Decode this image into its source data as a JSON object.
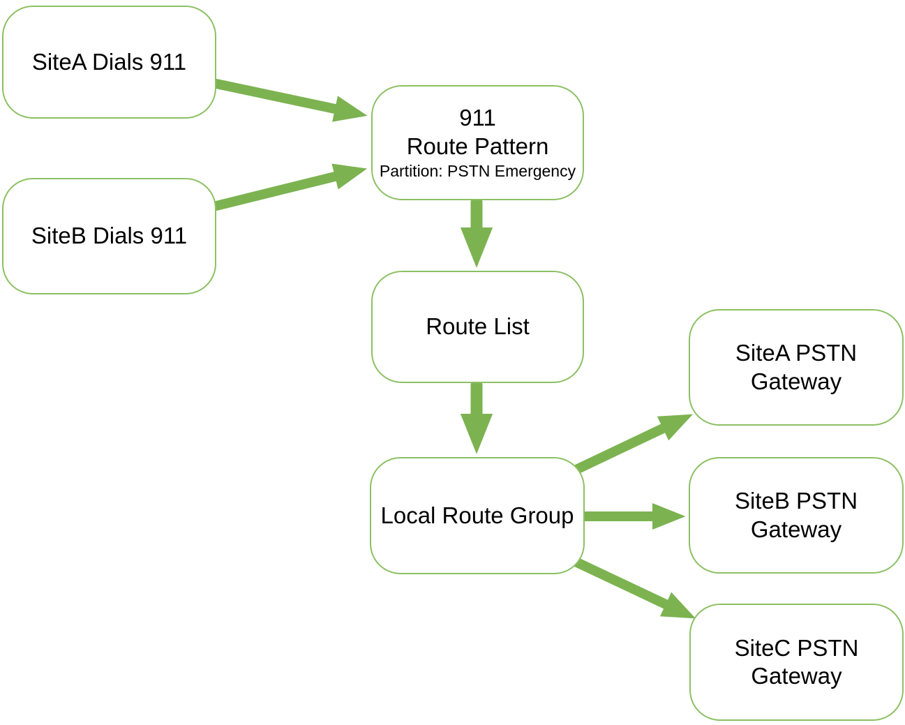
{
  "diagram": {
    "colors": {
      "box_border": "#8cc063",
      "arrow": "#7cb350",
      "text": "#000000",
      "box_fill": "#ffffff",
      "background": "#ffffff"
    },
    "nodes": {
      "site_a_dials": {
        "lines": [
          "SiteA Dials 911"
        ]
      },
      "site_b_dials": {
        "lines": [
          "SiteB Dials 911"
        ]
      },
      "route_pattern": {
        "lines": [
          "911",
          "Route Pattern"
        ],
        "subtitle": "Partition: PSTN Emergency"
      },
      "route_list": {
        "lines": [
          "Route List"
        ]
      },
      "local_route_group": {
        "lines": [
          "Local Route Group"
        ]
      },
      "site_a_gateway": {
        "lines": [
          "SiteA PSTN",
          "Gateway"
        ]
      },
      "site_b_gateway": {
        "lines": [
          "SiteB PSTN",
          "Gateway"
        ]
      },
      "site_c_gateway": {
        "lines": [
          "SiteC PSTN",
          "Gateway"
        ]
      }
    },
    "edges": [
      {
        "from": "site_a_dials",
        "to": "route_pattern"
      },
      {
        "from": "site_b_dials",
        "to": "route_pattern"
      },
      {
        "from": "route_pattern",
        "to": "route_list"
      },
      {
        "from": "route_list",
        "to": "local_route_group"
      },
      {
        "from": "local_route_group",
        "to": "site_a_gateway"
      },
      {
        "from": "local_route_group",
        "to": "site_b_gateway"
      },
      {
        "from": "local_route_group",
        "to": "site_c_gateway"
      }
    ]
  }
}
